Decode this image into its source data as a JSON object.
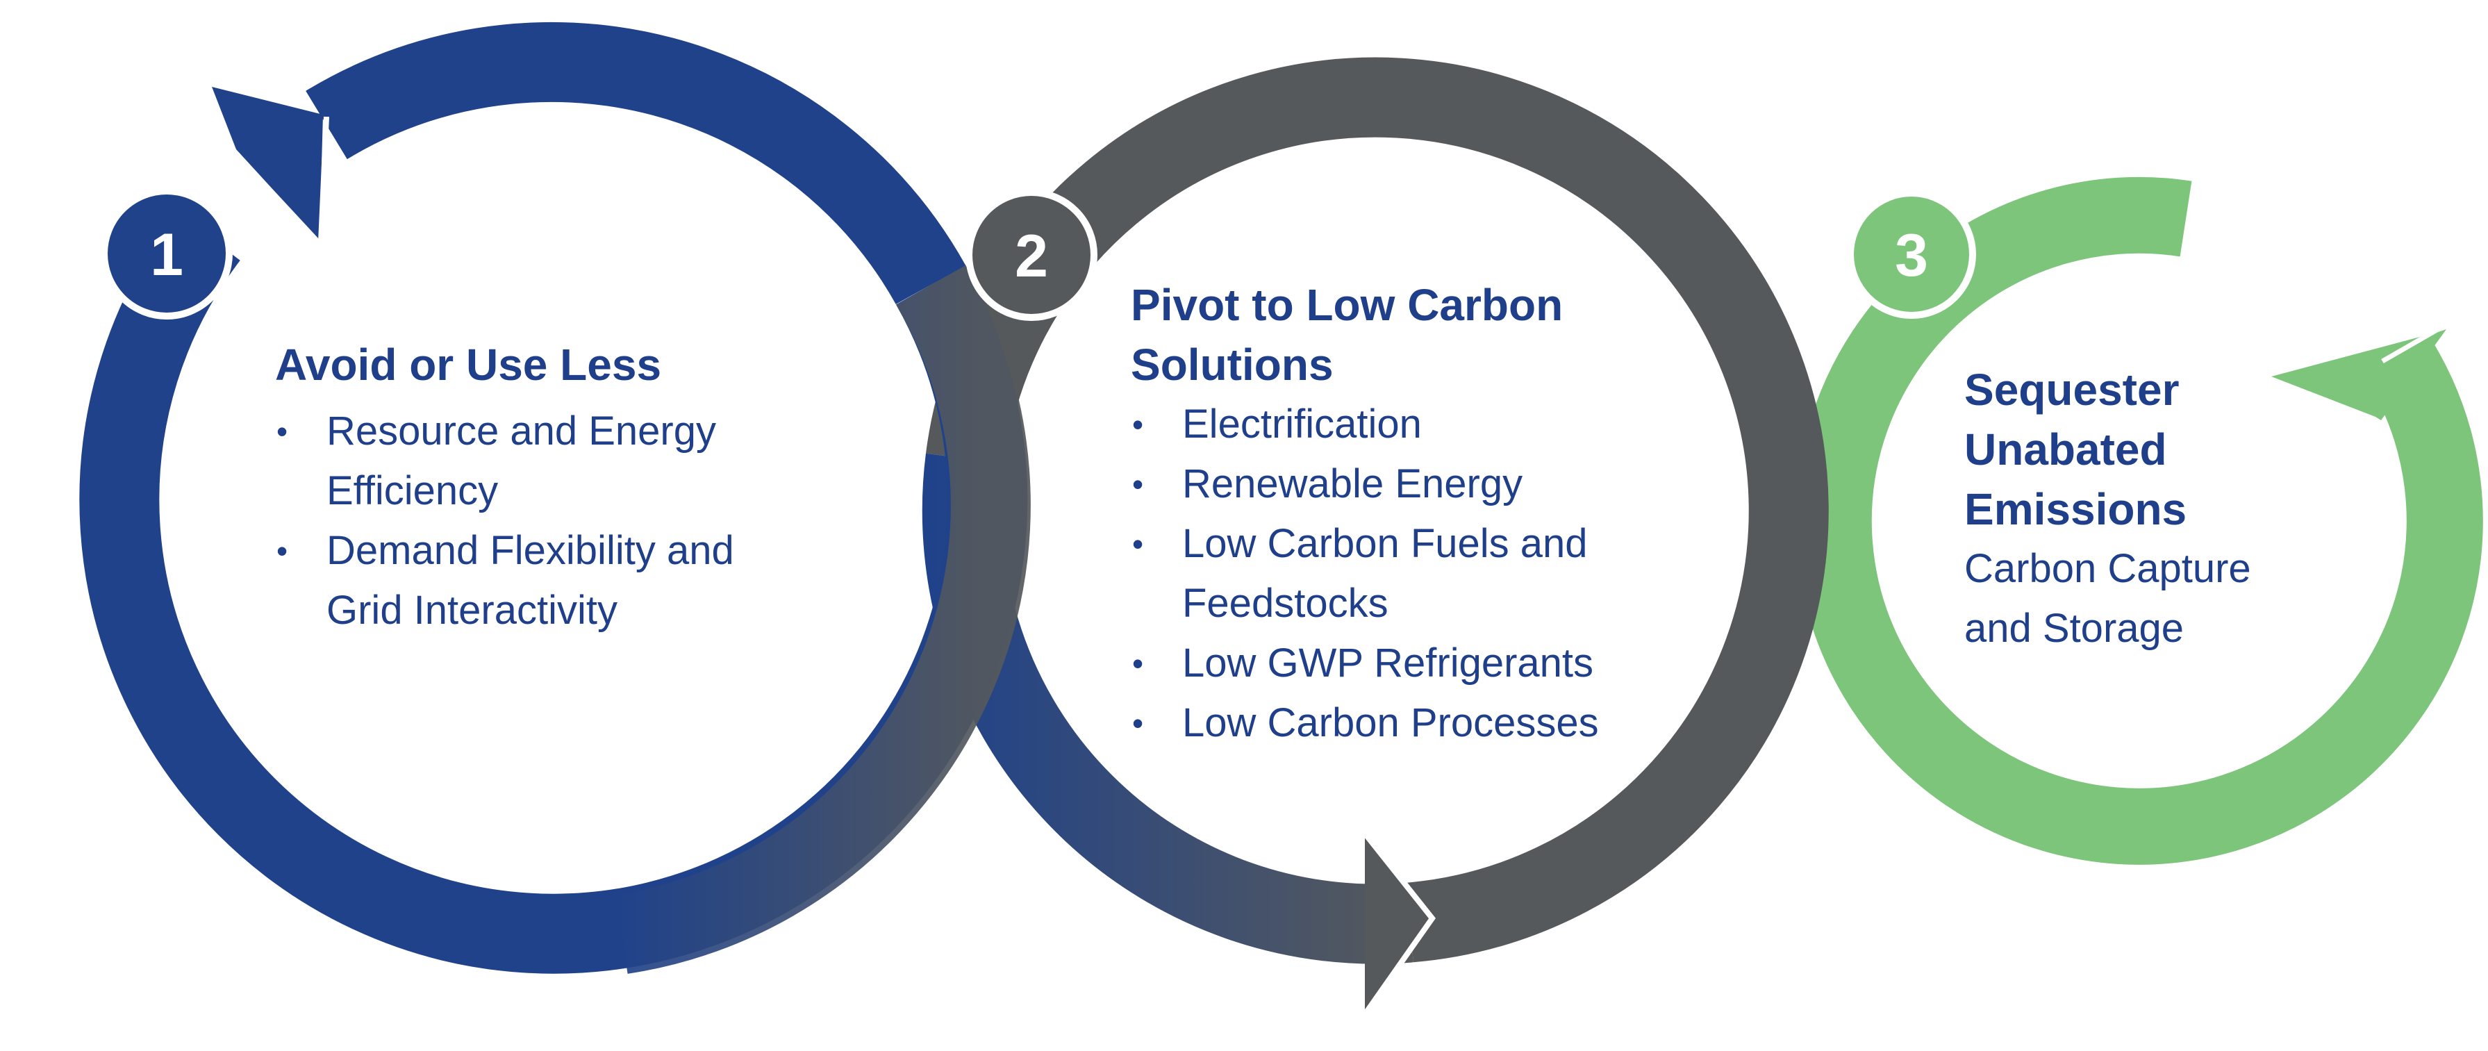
{
  "steps": [
    {
      "number": "1",
      "heading": [
        "Avoid or Use Less"
      ],
      "items": [
        [
          "Resource and Energy",
          "Efficiency"
        ],
        [
          "Demand Flexibility and",
          "Grid Interactivity"
        ]
      ],
      "color": "#1f428b"
    },
    {
      "number": "2",
      "heading": [
        "Pivot to Low Carbon",
        "Solutions"
      ],
      "items": [
        [
          "Electrification"
        ],
        [
          "Renewable Energy"
        ],
        [
          "Low Carbon Fuels and",
          "Feedstocks"
        ],
        [
          "Low GWP Refrigerants"
        ],
        [
          "Low Carbon Processes"
        ]
      ],
      "color": "#55595c"
    },
    {
      "number": "3",
      "heading": [
        "Sequester",
        "Unabated",
        "Emissions"
      ],
      "body": [
        "Carbon Capture",
        "and Storage"
      ],
      "color": "#7dc57b"
    }
  ],
  "text_color": "#1f3f8a"
}
